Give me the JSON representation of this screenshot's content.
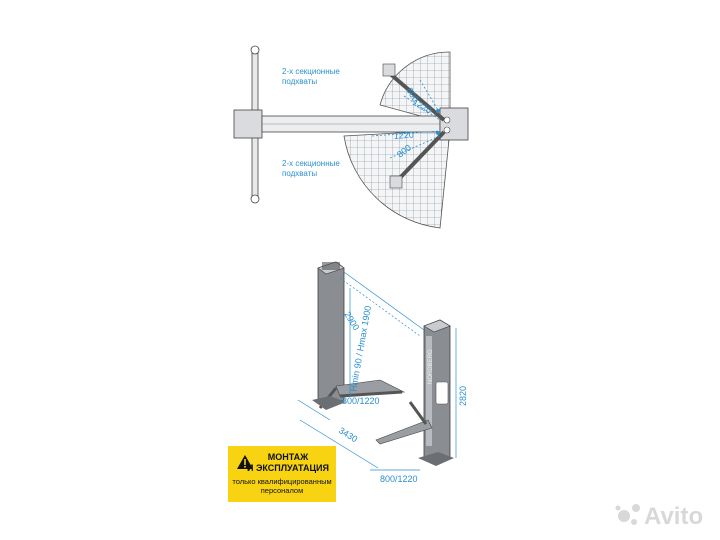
{
  "top_view": {
    "note_upper": [
      "2-х секционные",
      "подхваты"
    ],
    "note_lower": [
      "2-х секционные",
      "подхваты"
    ],
    "dim_upper_short": "800",
    "dim_upper_long": "1220",
    "dim_lower_long": "1220",
    "dim_lower_short": "800"
  },
  "iso_view": {
    "dim_width": "2900",
    "dim_height_range": "Hmin 90 / Hmax 1900",
    "dim_column_height": "2820",
    "dim_arm_front": "800/1220",
    "dim_arm_rear": "800/1220",
    "dim_base": "3430",
    "column_brand": "NORDBERG"
  },
  "warning": {
    "title_line1": "МОНТАЖ",
    "title_line2": "И ЭКСПЛУАТАЦИЯ",
    "text_line1": "только квалифицированным",
    "text_line2": "персоналом"
  },
  "watermark": {
    "text": "Avito"
  },
  "colors": {
    "accent_blue": "#2a8fd0",
    "warning_yellow": "#f7d311",
    "steel_gray": "#8a8d92"
  }
}
